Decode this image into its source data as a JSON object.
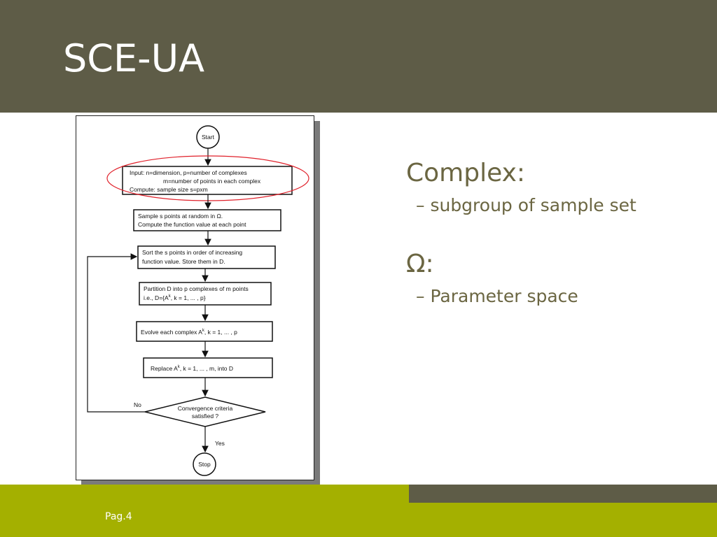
{
  "slide": {
    "title": "SCE-UA",
    "page_label": "Pag.4"
  },
  "content": {
    "term1": "Complex:",
    "term1_def": "– subgroup of sample set",
    "term2": "Ω:",
    "term2_def": "– Parameter space"
  },
  "flowchart": {
    "start": "Start",
    "input_line1": "Input:   n=dimension, p=number of complexes",
    "input_line2": "m=number of points in each complex",
    "input_line3": "Compute:  sample size s=pxm",
    "sample_line1": "Sample s points at random in Ω.",
    "sample_line2": "Compute the function value at each point",
    "sort_line1": "Sort the s points in order of increasing",
    "sort_line2": "function value.   Store them in D.",
    "partition_line1": "Partition D into p complexes of m points",
    "partition_line2": "i.e., D={A",
    "partition_line2_sup": "k",
    "partition_line2_end": ",  k = 1, ... , p}",
    "evolve_label": "Evolve each complex A",
    "evolve_sup": "k",
    "evolve_end": ",  k = 1, ... , p",
    "replace_label": "Replace A",
    "replace_sup": "k",
    "replace_end": ", k = 1, ... , m, into D",
    "decision_line1": "Convergence criteria",
    "decision_line2": "satisfied ?",
    "no_label": "No",
    "yes_label": "Yes",
    "stop": "Stop",
    "highlight_color": "#e0202a"
  }
}
